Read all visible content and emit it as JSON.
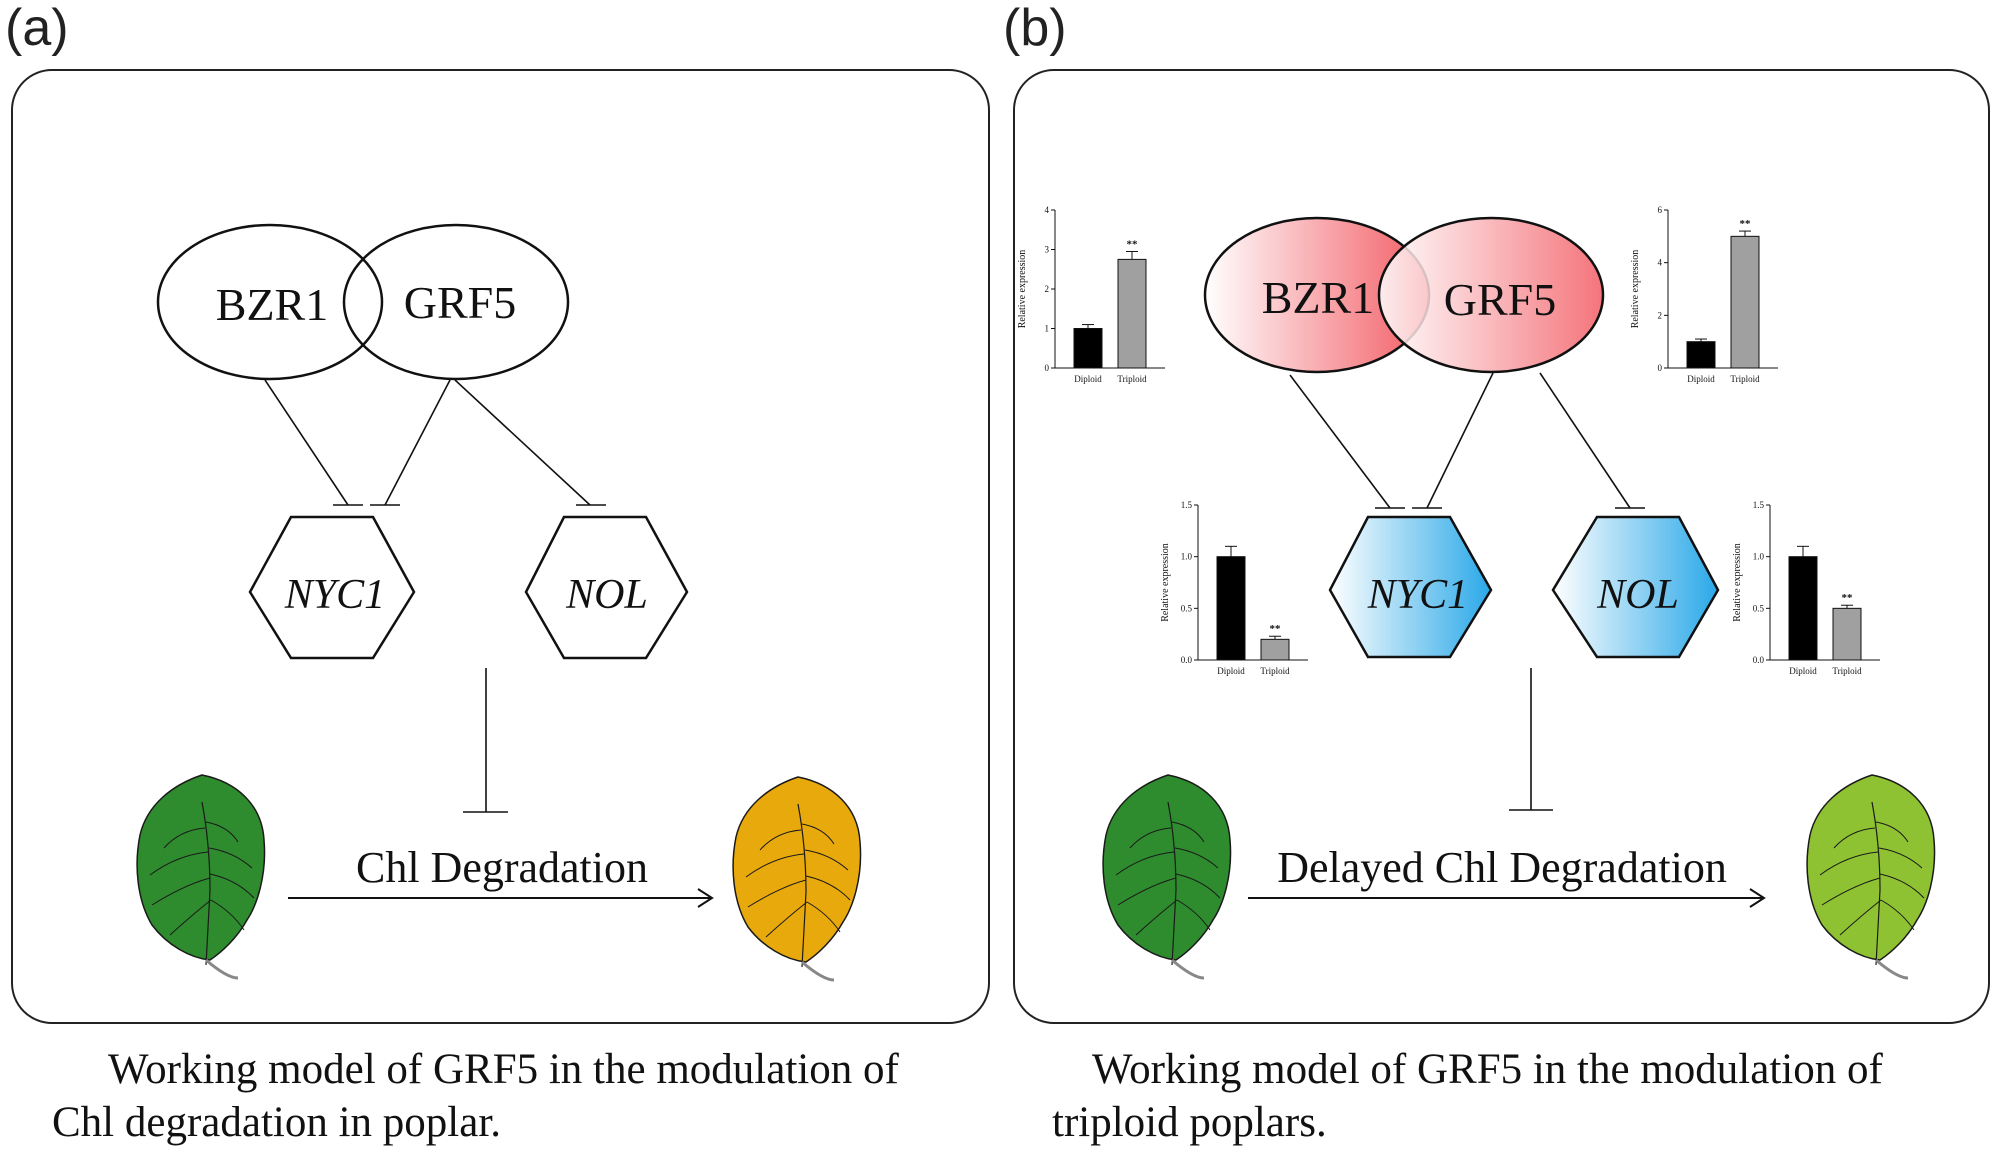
{
  "panels": {
    "a": {
      "label": "(a)",
      "nodes": {
        "bzr1": "BZR1",
        "grf5": "GRF5",
        "nyc1": "NYC1",
        "nol": "NOL"
      },
      "process": "Chl Degradation",
      "caption": {
        "line1": "Working model of GRF5 in the modulation of",
        "line2": "Chl degradation in  poplar."
      }
    },
    "b": {
      "label": "(b)",
      "nodes": {
        "bzr1": "BZR1",
        "grf5": "GRF5",
        "nyc1": "NYC1",
        "nol": "NOL"
      },
      "process": "Delayed Chl Degradation",
      "caption": {
        "line1": "Working model of GRF5 in the modulation of",
        "line2": "triploid poplars."
      }
    }
  },
  "colors": {
    "leaf_green": "#2e8b2e",
    "leaf_orange": "#e8a90c",
    "leaf_lightgreen": "#8fc232",
    "regulator_fill": "#f25c64",
    "target_fill": "#2aa8e8",
    "bar_diploid": "#000000",
    "bar_triploid": "#a0a0a0"
  },
  "chart_data": [
    {
      "type": "bar",
      "ylabel": "Relative expression",
      "categories": [
        "Diploid",
        "Triploid"
      ],
      "values": [
        1.0,
        2.75
      ],
      "errors": [
        0.1,
        0.2
      ],
      "significance": [
        "",
        "**"
      ],
      "ylim": [
        0,
        4
      ],
      "yticks": [
        "0",
        "1",
        "2",
        "3",
        "4"
      ]
    },
    {
      "type": "bar",
      "ylabel": "Relative expression",
      "categories": [
        "Diploid",
        "Triploid"
      ],
      "values": [
        1.0,
        5.0
      ],
      "errors": [
        0.1,
        0.2
      ],
      "significance": [
        "",
        "**"
      ],
      "ylim": [
        0,
        6
      ],
      "yticks": [
        "0",
        "2",
        "4",
        "6"
      ]
    },
    {
      "type": "bar",
      "ylabel": "Relative expression",
      "categories": [
        "Diploid",
        "Triploid"
      ],
      "values": [
        1.0,
        0.2
      ],
      "errors": [
        0.1,
        0.03
      ],
      "significance": [
        "",
        "**"
      ],
      "ylim": [
        0,
        1.5
      ],
      "yticks": [
        "0.0",
        "0.5",
        "1.0",
        "1.5"
      ]
    },
    {
      "type": "bar",
      "ylabel": "Relative expression",
      "categories": [
        "Diploid",
        "Triploid"
      ],
      "values": [
        1.0,
        0.5
      ],
      "errors": [
        0.1,
        0.03
      ],
      "significance": [
        "",
        "**"
      ],
      "ylim": [
        0,
        1.5
      ],
      "yticks": [
        "0.0",
        "0.5",
        "1.0",
        "1.5"
      ]
    }
  ]
}
